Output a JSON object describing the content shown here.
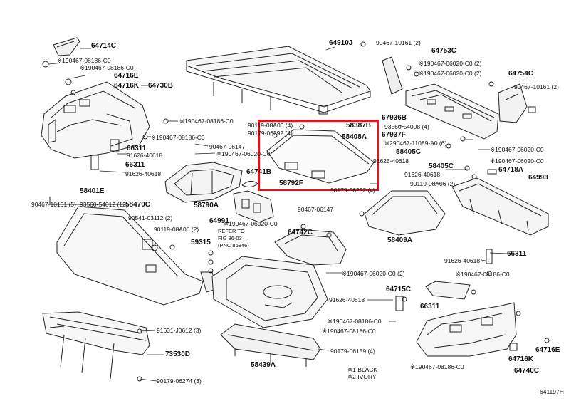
{
  "labels": {
    "p64714C": "64714C",
    "c64714C_1": "※190467-08186-C0",
    "c64714C_2": "※190467-08186-C0",
    "p64716E_a": "64716E",
    "p64716K_a": "64716K",
    "p64730B": "64730B",
    "c_leftmid": "※190467-08186-C0",
    "c_left2": "※190467-08186-C0",
    "p66311_a": "66311",
    "c91626_a": "91626-40618",
    "p66311_b": "66311",
    "c91626_b": "91626-40618",
    "c90467_06147_a": "90467-06147",
    "c06020_a": "※190467-06020-C0",
    "p64741B": "64741B",
    "p58790A": "58790A",
    "p58401E": "58401E",
    "c10161_l": "90467-10161 (5)",
    "c93560_l": "93560-54012 (12)",
    "p58470C": "58470C",
    "c90541": "90541-03112 (2)",
    "c90119_l": "90119-08A06 (2)",
    "p64991": "64991",
    "refer1": "REFER TO",
    "refer2": "FIG 86-03",
    "refer3": "(PNC 86846)",
    "p59315": "59315",
    "c06020_mid": "※190467-06020-C0",
    "p64742C": "64742C",
    "c90467_06147_b": "90467-06147",
    "c91631": "91631-J0612 (3)",
    "p73530D": "73530D",
    "c90179_06274": "90179-06274 (3)",
    "p58439A": "58439A",
    "c90179_06159": "90179-06159 (4)",
    "note1": "※1 BLACK",
    "note2": "※2 IVORY",
    "p64910J": "64910J",
    "c90119_top": "90119-08A06 (4)",
    "c90179_06292_a": "90179-06292 (4)",
    "p58387B": "58387B",
    "p58408A": "58408A",
    "p58792F": "58792F",
    "c90179_06292_b": "90179-06292 (4)",
    "p58409A": "58409A",
    "c90119_r": "90119-08A06 (2)",
    "c10161_top": "90467-10161 (2)",
    "p64753C": "64753C",
    "c06020_r1": "※190467-06020-C0 (2)",
    "c06020_r2": "※190467-06020-C0 (2)",
    "p64754C": "64754C",
    "c10161_r": "90467-10161 (2)",
    "p67936B": "67936B",
    "c93560_r": "93560-54008 (4)",
    "p67937F": "67937F",
    "c11089": "※290467-11089-A0 (6)",
    "p58405C_a": "58405C",
    "c91626_r1": "91626-40618",
    "p58405C_b": "58405C",
    "c91626_r2": "91626-40618",
    "c06020_r3": "※190467-06020-C0",
    "c06020_r4": "※190467-06020-C0",
    "p64718A": "64718A",
    "p64993": "64993",
    "p66311_r": "66311",
    "c91626_r3": "91626-40618",
    "c08186_r": "※190467-08186-C0",
    "p64715C": "64715C",
    "p66311_r2": "66311",
    "c06020_r5": "※190467-06020-C0 (2)",
    "c91626_r4": "91626-40618",
    "c08186_r2": "※190467-08186-C0",
    "c08186_r3": "※190467-08186-C0",
    "c08186_r4": "※190467-08186-C0",
    "p64716E_b": "64716E",
    "p64716K_b": "64716K",
    "p64740C": "64740C",
    "fig_id": "641197H"
  },
  "colors": {
    "highlight": "#e0141e",
    "ink": "#222222"
  }
}
